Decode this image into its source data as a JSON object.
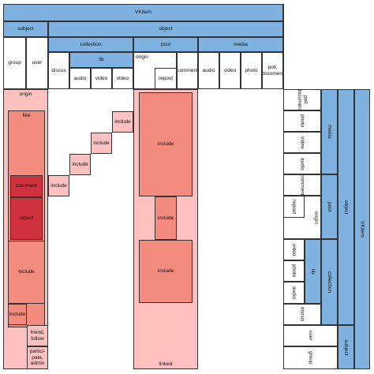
{
  "labels": {
    "vkitem": "VKitem",
    "subject": "subject",
    "object": "object",
    "collection": "collection",
    "post": "post",
    "media": "media",
    "lib": "lib",
    "group": "group",
    "user": "user",
    "discus": "discus",
    "audio": "audio",
    "video": "video",
    "origin": "origin",
    "repost": "repost",
    "comment": "comment",
    "photo": "photo",
    "poll_document": "poll,\ndocument",
    "like": "like",
    "include": "include",
    "linked": "linked",
    "friend_follow": "friend,\nfollow",
    "participate_admin": "partici-\npate,\nadmin"
  },
  "colors": {
    "blue": "#7fb2e0",
    "pink": "#ffc0c0",
    "red": "#f38b7e",
    "dark_red": "#d0313e"
  }
}
